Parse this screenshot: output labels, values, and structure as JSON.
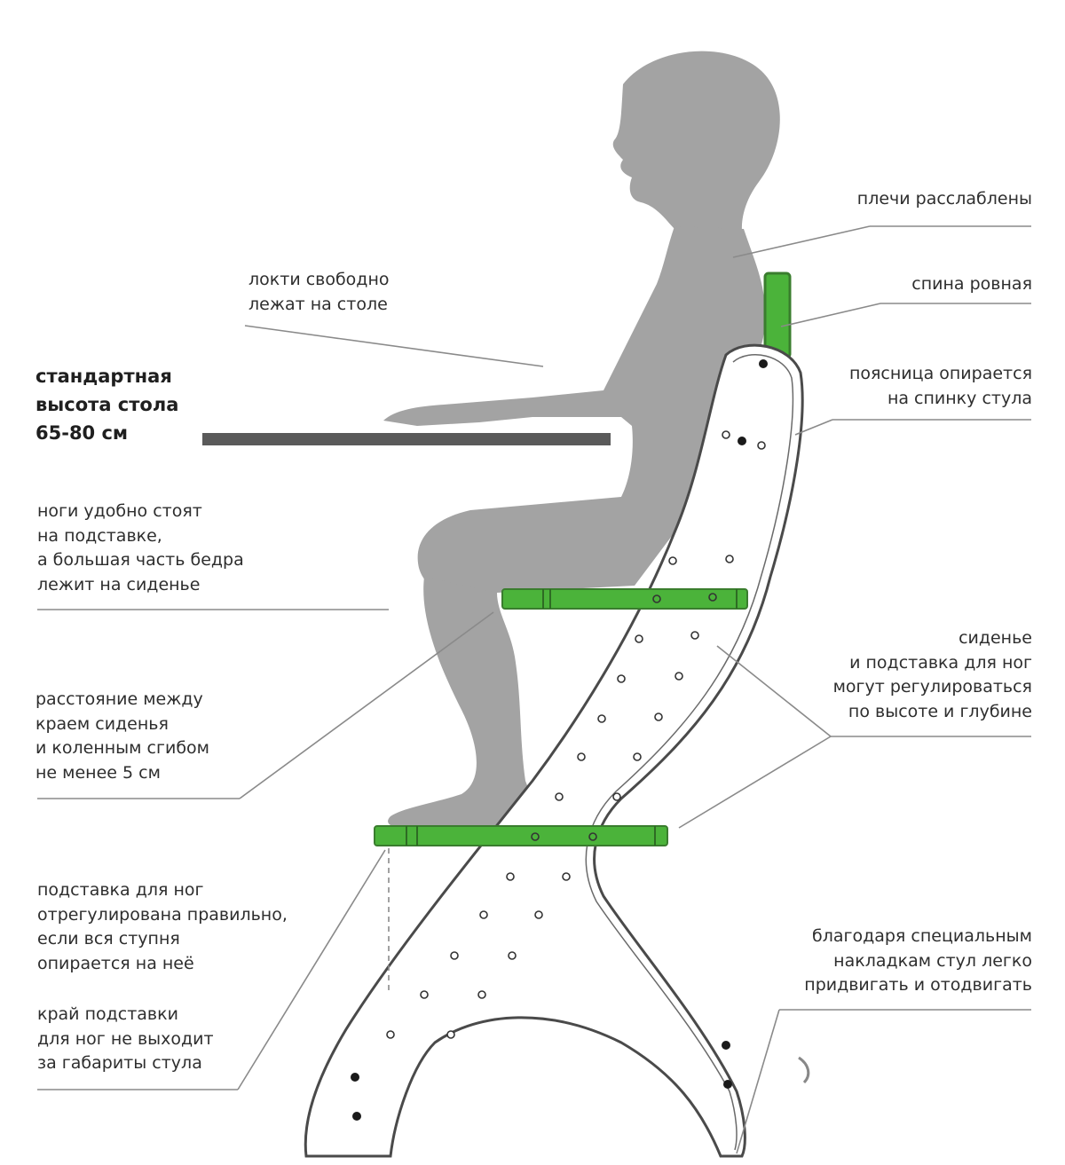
{
  "labels": {
    "shoulders": [
      "плечи расслаблены"
    ],
    "elbows": [
      "локти свободно",
      "лежат на столе"
    ],
    "back": [
      "спина ровная"
    ],
    "lower_back": [
      "поясница опирается",
      "на спинку стула"
    ],
    "table_height": [
      "стандартная",
      "высота стола",
      "65-80 см"
    ],
    "legs": [
      "ноги удобно стоят",
      "на подставке,",
      "а большая часть бедра",
      "лежит на сиденье"
    ],
    "adjust": [
      "сиденье",
      "и подставка для ног",
      "могут регулироваться",
      "по высоте и глубине"
    ],
    "knee_gap": [
      "расстояние между",
      "краем сиденья",
      "и коленным сгибом",
      "не менее 5 см"
    ],
    "footrest_ok": [
      "подставка для ног",
      "отрегулирована правильно,",
      "если вся ступня",
      "опирается на неё"
    ],
    "footrest_edge": [
      "край подставки",
      "для ног не выходит",
      "за габариты стула"
    ],
    "slides": [
      "благодаря специальным",
      "накладкам стул легко",
      "придвигать и отодвигать"
    ]
  },
  "colors": {
    "silhouette": "#a3a3a3",
    "chair_fill": "#ffffff",
    "chair_stroke": "#4a4a4a",
    "accent_green": "#4bb33a",
    "table": "#5a5a5a",
    "leader": "#8a8a8a"
  }
}
